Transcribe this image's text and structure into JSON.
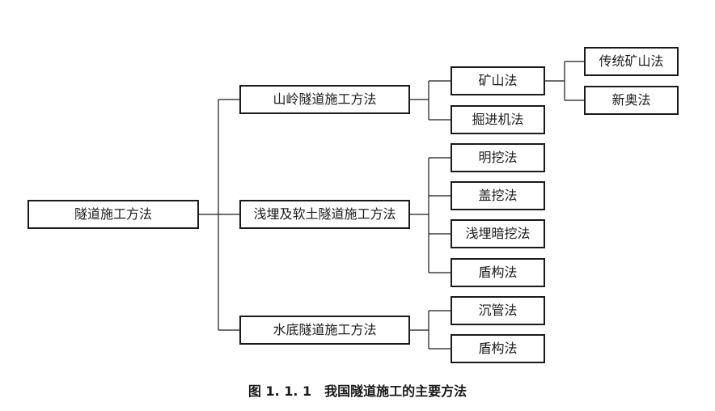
{
  "diagram": {
    "root": "隧道施工方法",
    "branches": [
      {
        "label": "山岭隧道施工方法",
        "children": [
          {
            "label": "矿山法",
            "children": [
              "传统矿山法",
              "新奥法"
            ]
          },
          {
            "label": "掘进机法"
          }
        ]
      },
      {
        "label": "浅埋及软土隧道施工方法",
        "children": [
          {
            "label": "明挖法"
          },
          {
            "label": "盖挖法"
          },
          {
            "label": "浅埋暗挖法"
          },
          {
            "label": "盾构法"
          }
        ]
      },
      {
        "label": "水底隧道施工方法",
        "children": [
          {
            "label": "沉管法"
          },
          {
            "label": "盾构法"
          }
        ]
      }
    ]
  },
  "caption": "图 1. 1. 1　我国隧道施工的主要方法"
}
